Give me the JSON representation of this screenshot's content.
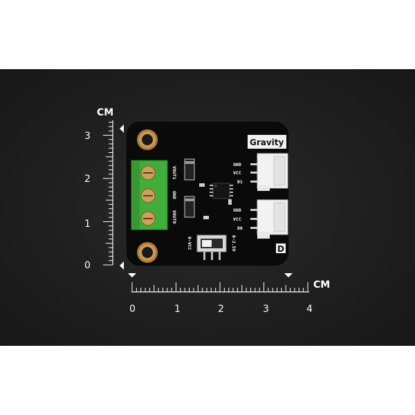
{
  "ruler": {
    "unit_vertical": "CM",
    "unit_horizontal": "CM",
    "vertical_numbers": [
      "3",
      "2",
      "1",
      "0"
    ],
    "horizontal_numbers": [
      "0",
      "1",
      "2",
      "3",
      "4"
    ]
  },
  "board": {
    "brand": "Gravity",
    "top_connector_pins": [
      "GND",
      "VCC",
      "D1"
    ],
    "bottom_connector_pins": [
      "GND",
      "VCC",
      "D0"
    ],
    "terminal_labels": [
      "VOUT1",
      "GND",
      "VOUT0"
    ],
    "switch_left_label": "0-VCC",
    "switch_right_label": "0-2.5V",
    "corner_label": "D"
  },
  "colors": {
    "background": "#1f1f1f",
    "pcb": "#0a0a0a",
    "terminal_block": "#3fae3a",
    "connector": "#f2f2f2",
    "silkscreen": "#ffffff"
  }
}
